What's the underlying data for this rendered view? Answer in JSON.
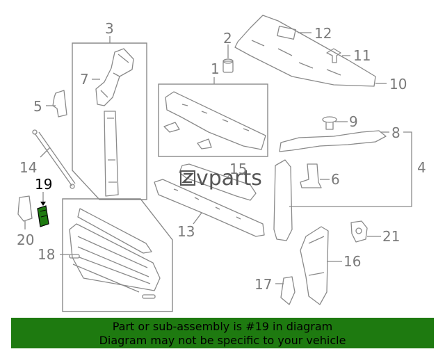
{
  "callouts": {
    "c1": "1",
    "c2": "2",
    "c3": "3",
    "c4": "4",
    "c5": "5",
    "c6": "6",
    "c7": "7",
    "c8": "8",
    "c9": "9",
    "c10": "10",
    "c11": "11",
    "c12": "12",
    "c13": "13",
    "c14": "14",
    "c15": "15",
    "c16": "16",
    "c17": "17",
    "c18": "18",
    "c19": "19",
    "c20": "20",
    "c21": "21"
  },
  "highlight_part": "19",
  "highlight_color": "#1e7a10",
  "watermark": {
    "text": "vparts",
    "logo_icon": "z-logo-icon"
  },
  "footer": {
    "line1": "Part or sub-assembly is #19 in diagram",
    "line2": "Diagram may not be specific to your vehicle",
    "background": "#1e7a10"
  }
}
